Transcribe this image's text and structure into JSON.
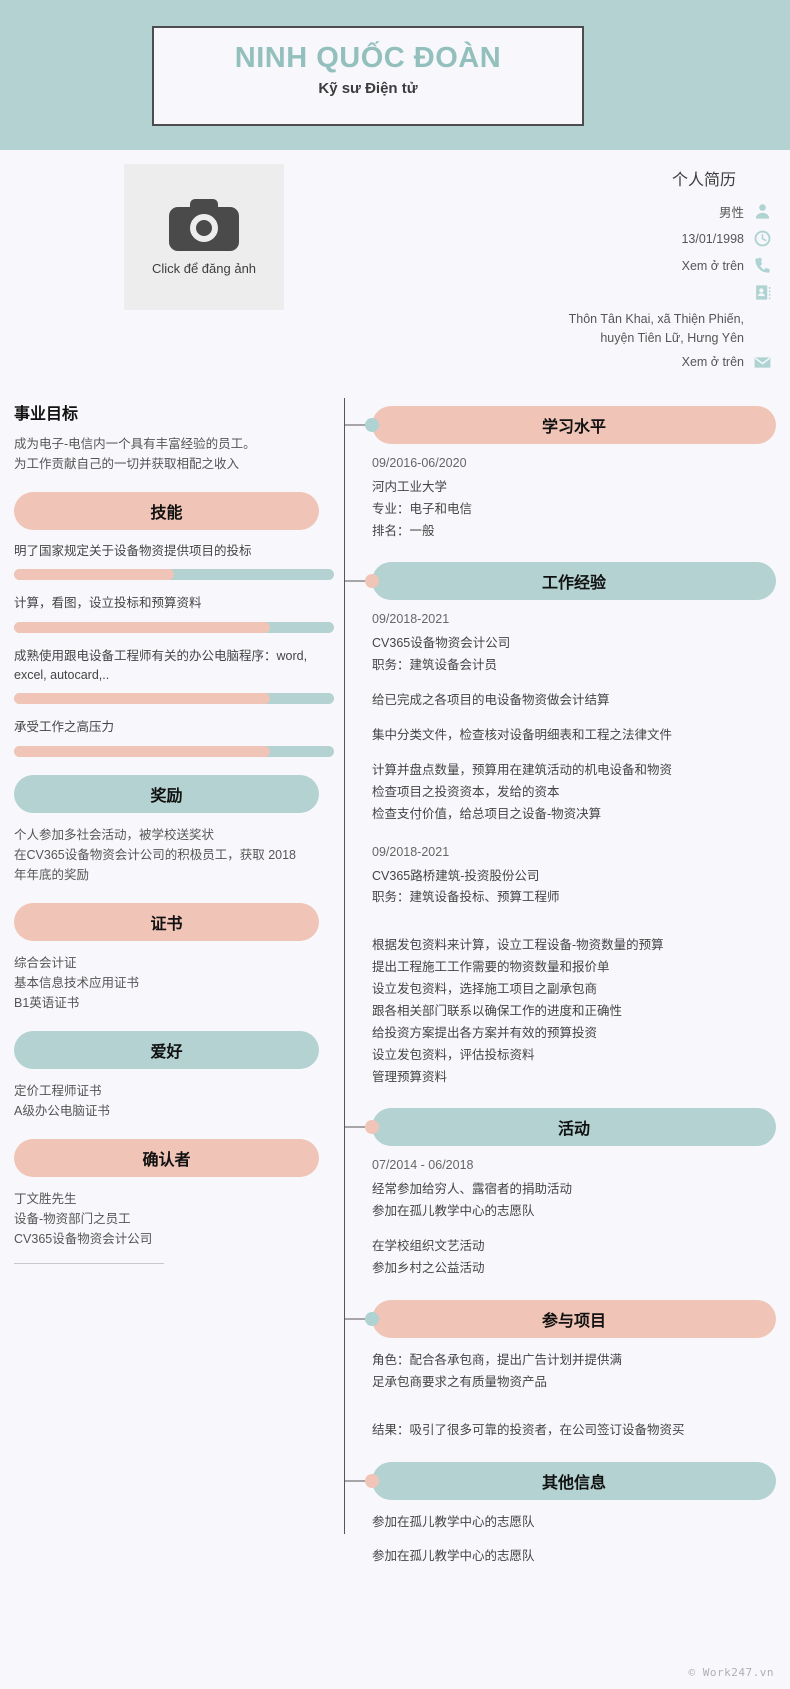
{
  "header": {
    "name": "NINH QUỐC ĐOÀN",
    "job_title": "Kỹ sư Điện tử",
    "accent_teal": "#b3d2d1",
    "accent_pink": "#f0c5b7"
  },
  "photo": {
    "upload_label": "Click để đăng ảnh",
    "icon": "camera-icon"
  },
  "personal": {
    "title": "个人简历",
    "gender": "男性",
    "birthday": "13/01/1998",
    "phone": "Xem ở trên",
    "address_line1": "Thôn Tân Khai, xã Thiện Phiến,",
    "address_line2": "huyện Tiên Lữ, Hưng Yên",
    "email": "Xem ở trên",
    "icons": {
      "gender": "person-icon",
      "birthday": "clock-icon",
      "phone": "phone-icon",
      "address": "contact-card-icon",
      "email": "envelope-icon"
    }
  },
  "objective": {
    "heading": "事业目标",
    "lines": [
      "成为电子-电信内一个具有丰富经验的员工。",
      "为工作贡献自己的一切并获取相配之收入"
    ]
  },
  "skills": {
    "heading": "技能",
    "heading_color": "pink",
    "items": [
      {
        "label": "明了国家规定关于设备物资提供项目的投标",
        "percent": 50
      },
      {
        "label": "计算，看图，设立投标和预算资料",
        "percent": 80
      },
      {
        "label": "成熟使用跟电设备工程师有关的办公电脑程序：word, excel, autocard,..",
        "percent": 80
      },
      {
        "label": "承受工作之高压力",
        "percent": 80
      }
    ]
  },
  "awards": {
    "heading": "奖励",
    "heading_color": "teal",
    "lines": [
      "个人参加多社会活动，被学校送奖状",
      "在CV365设备物资会计公司的积极员工，获取 2018",
      "年年底的奖励"
    ]
  },
  "certificates": {
    "heading": "证书",
    "heading_color": "pink",
    "lines": [
      "综合会计证",
      "基本信息技术应用证书",
      "B1英语证书"
    ]
  },
  "hobbies": {
    "heading": "爱好",
    "heading_color": "teal",
    "lines": [
      "定价工程师证书",
      "A级办公电脑证书"
    ]
  },
  "references": {
    "heading": "确认者",
    "heading_color": "pink",
    "lines": [
      "丁文胜先生",
      "设备-物资部门之员工",
      "CV365设备物资会计公司"
    ]
  },
  "education": {
    "heading": "学习水平",
    "heading_color": "pink",
    "dot_color": "teal",
    "date": "09/2016-06/2020",
    "lines": [
      "河内工业大学",
      "专业：电子和电信",
      "排名：一般"
    ]
  },
  "experience": {
    "heading": "工作经验",
    "heading_color": "teal",
    "dot_color": "pink",
    "jobs": [
      {
        "date": "09/2018-2021",
        "company": "CV365设备物资会计公司",
        "position": "职务：建筑设备会计员",
        "duties": [
          "给已完成之各项目的电设备物资做会计结算",
          "集中分类文件，检查核对设备明细表和工程之法律文件",
          "计算并盘点数量，预算用在建筑活动的机电设备和物资",
          "检查项目之投资资本，发给的资本",
          "检查支付价值，给总项目之设备-物资决算"
        ]
      },
      {
        "date": "09/2018-2021",
        "company": "CV365路桥建筑-投资股份公司",
        "position": "职务：建筑设备投标、预算工程师",
        "duties": [
          "根据发包资料来计算，设立工程设备-物资数量的预算",
          "提出工程施工工作需要的物资数量和报价单",
          "设立发包资料，选择施工项目之副承包商",
          "跟各相关部门联系以确保工作的进度和正确性",
          "给投资方案提出各方案并有效的预算投资",
          "设立发包资料，评估投标资料",
          "管理预算资料"
        ]
      }
    ]
  },
  "activities": {
    "heading": "活动",
    "heading_color": "teal",
    "dot_color": "pink",
    "date": "07/2014 - 06/2018",
    "group1": [
      "经常参加给穷人、露宿者的捐助活动",
      "参加在孤儿教学中心的志愿队"
    ],
    "group2": [
      "在学校组织文艺活动",
      "参加乡村之公益活动"
    ]
  },
  "projects": {
    "heading": "参与项目",
    "heading_color": "pink",
    "dot_color": "teal",
    "role_line1": "角色：配合各承包商，提出广告计划并提供满",
    "role_line2": "足承包商要求之有质量物资产品",
    "result": "结果：吸引了很多可靠的投资者，在公司签订设备物资买"
  },
  "other": {
    "heading": "其他信息",
    "heading_color": "teal",
    "dot_color": "pink",
    "lines": [
      "参加在孤儿教学中心的志愿队",
      "参加在孤儿教学中心的志愿队"
    ]
  },
  "footer": {
    "watermark": "© Work247.vn"
  }
}
